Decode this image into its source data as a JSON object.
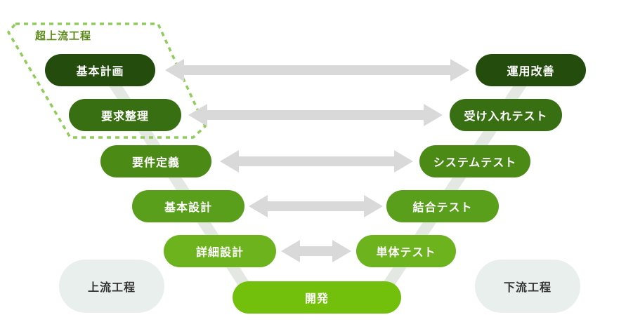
{
  "super_upstream": "超上流工程",
  "left_steps": [
    "基本計画",
    "要求整理",
    "要件定義",
    "基本設計",
    "詳細設計"
  ],
  "right_steps": [
    "運用改善",
    "受け入れテスト",
    "システムテスト",
    "結合テスト",
    "単体テスト"
  ],
  "bottom_step": "開発",
  "upstream_label": "上流工程",
  "downstream_label": "下流工程",
  "colors": {
    "level1": "#244c0c",
    "level2": "#376f12",
    "level3": "#4a8a15",
    "level4": "#5a9f1c",
    "level5": "#6cb31e",
    "bottom": "#72bf0c",
    "arrow": "#d9d9d9",
    "stage_bg": "#e8efec",
    "dashed_outline": "#8fcc5a"
  }
}
